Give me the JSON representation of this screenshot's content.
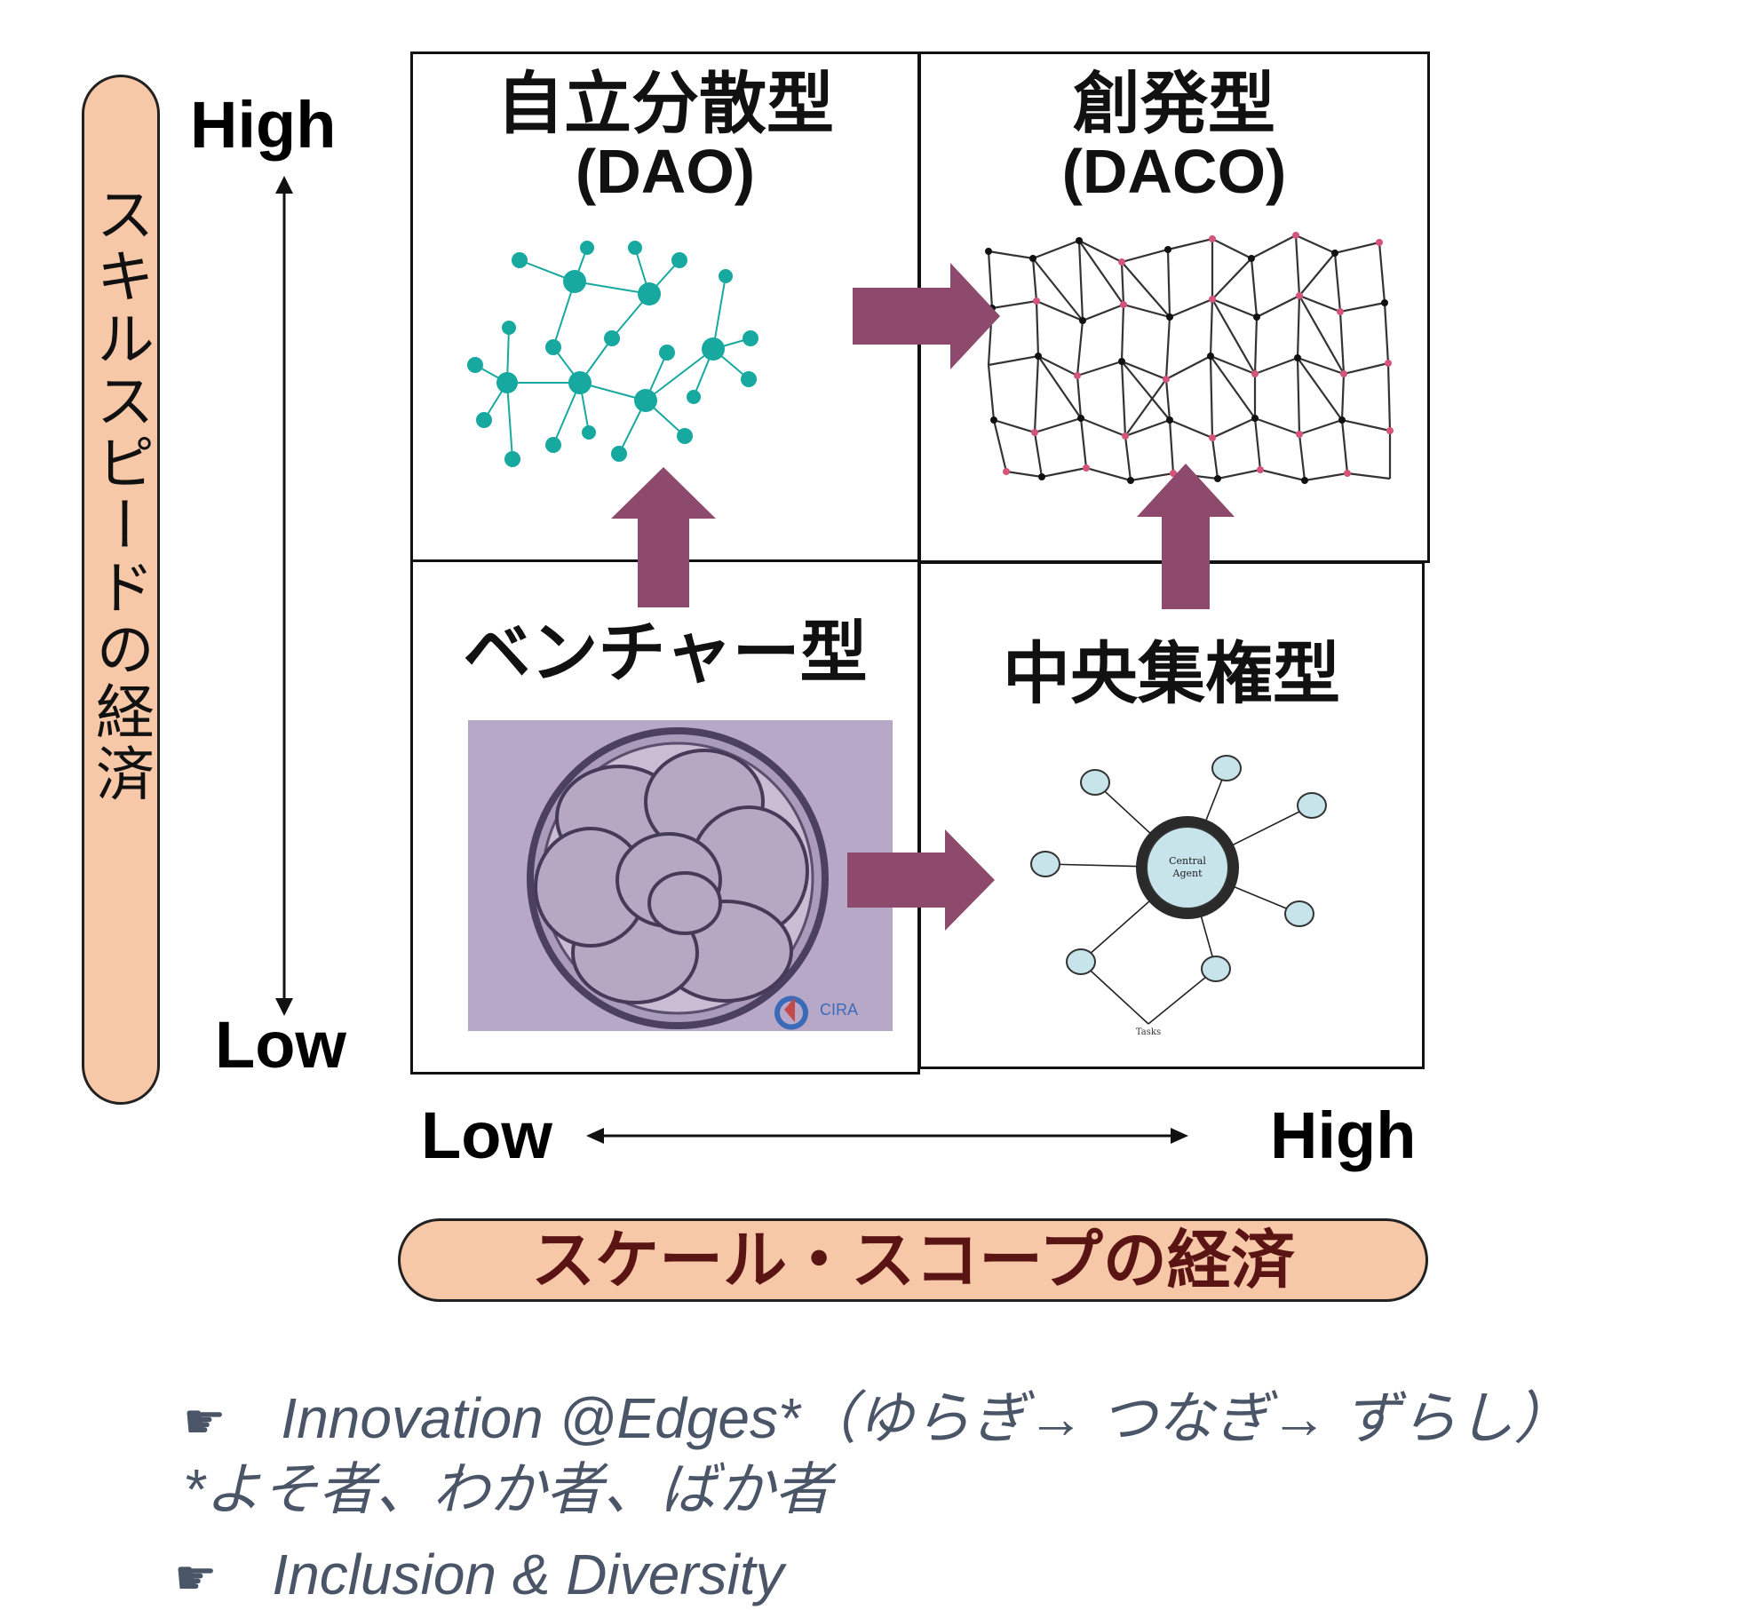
{
  "vertical_axis": {
    "title": "スキルスピードの経済",
    "high": "High",
    "low": "Low"
  },
  "horizontal_axis": {
    "title": "スケール・スコープの経済",
    "low": "Low",
    "high": "High"
  },
  "quadrants": {
    "top_left": {
      "title": "自立分散型",
      "subtitle": "(DAO)",
      "image": "network-graph"
    },
    "top_right": {
      "title": "創発型",
      "subtitle": "(DACO)",
      "image": "mesh-network"
    },
    "bottom_left": {
      "title": "ベンチャー型",
      "image": "embryo-photo"
    },
    "bottom_right": {
      "title": "中央集権型",
      "image": "central-agent-diagram"
    }
  },
  "colors": {
    "pill": "#f6c8a8",
    "arrow": "#8e4a6c",
    "teal": "#17a99f",
    "note": "#4b5568"
  },
  "notes": [
    {
      "bullet": "☛",
      "text": "Innovation @Edges*（ゆらぎ→ つなぎ→ ずらし）"
    },
    {
      "text": "*よそ者、わか者、ばか者"
    },
    {
      "bullet": "☛",
      "text": "Inclusion & Diversity"
    }
  ]
}
